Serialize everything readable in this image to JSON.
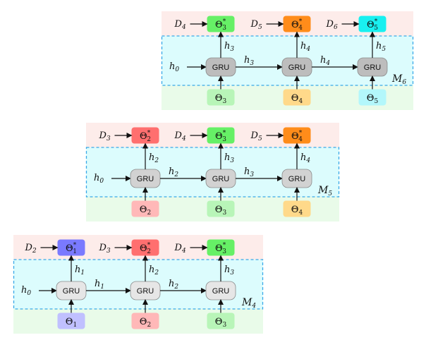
{
  "figure": {
    "panels": [
      {
        "id": "M6",
        "model_label": "M",
        "model_index": "6",
        "gru_fill": "#bdbdbd",
        "h_in": {
          "base": "h",
          "sub": "0"
        },
        "columns": [
          {
            "d": {
              "base": "D",
              "sub": "4"
            },
            "out": {
              "sub": "3",
              "color": "#66f066"
            },
            "h_up": {
              "base": "h",
              "sub": "3"
            },
            "h_right": {
              "base": "h",
              "sub": "3"
            },
            "in": {
              "sub": "3",
              "color": "#b8f5b8"
            }
          },
          {
            "d": {
              "base": "D",
              "sub": "5"
            },
            "out": {
              "sub": "4",
              "color": "#ff8c1a"
            },
            "h_up": {
              "base": "h",
              "sub": "4"
            },
            "h_right": {
              "base": "h",
              "sub": "4"
            },
            "in": {
              "sub": "4",
              "color": "#ffd98a"
            }
          },
          {
            "d": {
              "base": "D",
              "sub": "6"
            },
            "out": {
              "sub": "5",
              "color": "#19f0f0"
            },
            "h_up": {
              "base": "h",
              "sub": "5"
            },
            "h_right": null,
            "in": {
              "sub": "5",
              "color": "#b3f7fb"
            }
          }
        ]
      },
      {
        "id": "M5",
        "model_label": "M",
        "model_index": "5",
        "gru_fill": "#d2d2d2",
        "h_in": {
          "base": "h",
          "sub": "0"
        },
        "columns": [
          {
            "d": {
              "base": "D",
              "sub": "3"
            },
            "out": {
              "sub": "2",
              "color": "#ff6f6f"
            },
            "h_up": {
              "base": "h",
              "sub": "2"
            },
            "h_right": {
              "base": "h",
              "sub": "2"
            },
            "in": {
              "sub": "2",
              "color": "#ffb8b8"
            }
          },
          {
            "d": {
              "base": "D",
              "sub": "4"
            },
            "out": {
              "sub": "3",
              "color": "#66f066"
            },
            "h_up": {
              "base": "h",
              "sub": "3"
            },
            "h_right": {
              "base": "h",
              "sub": "3"
            },
            "in": {
              "sub": "3",
              "color": "#b8f5b8"
            }
          },
          {
            "d": {
              "base": "D",
              "sub": "5"
            },
            "out": {
              "sub": "4",
              "color": "#ff8c1a"
            },
            "h_up": {
              "base": "h",
              "sub": "4"
            },
            "h_right": null,
            "in": {
              "sub": "4",
              "color": "#ffd98a"
            }
          }
        ]
      },
      {
        "id": "M4",
        "model_label": "M",
        "model_index": "4",
        "gru_fill": "#e6e6e6",
        "h_in": {
          "base": "h",
          "sub": "0"
        },
        "columns": [
          {
            "d": {
              "base": "D",
              "sub": "2"
            },
            "out": {
              "sub": "1",
              "color": "#7a7aff"
            },
            "h_up": {
              "base": "h",
              "sub": "1"
            },
            "h_right": {
              "base": "h",
              "sub": "1"
            },
            "in": {
              "sub": "1",
              "color": "#c0c0ff"
            }
          },
          {
            "d": {
              "base": "D",
              "sub": "3"
            },
            "out": {
              "sub": "2",
              "color": "#ff6f6f"
            },
            "h_up": {
              "base": "h",
              "sub": "2"
            },
            "h_right": {
              "base": "h",
              "sub": "2"
            },
            "in": {
              "sub": "2",
              "color": "#ffb8b8"
            }
          },
          {
            "d": {
              "base": "D",
              "sub": "4"
            },
            "out": {
              "sub": "3",
              "color": "#66f066"
            },
            "h_up": {
              "base": "h",
              "sub": "3"
            },
            "h_right": null,
            "in": {
              "sub": "3",
              "color": "#b8f5b8"
            }
          }
        ]
      }
    ],
    "labels": {
      "gru": "GRU",
      "theta": "Θ",
      "star": "*"
    },
    "colors": {
      "output_band": "#fdecea",
      "recurrent_band": "#dcfcfd",
      "input_band": "#e9fbe9",
      "dashed_border": "#3aa9e8",
      "arrow": "#111111",
      "gru_stroke": "#8a8a8a"
    }
  }
}
